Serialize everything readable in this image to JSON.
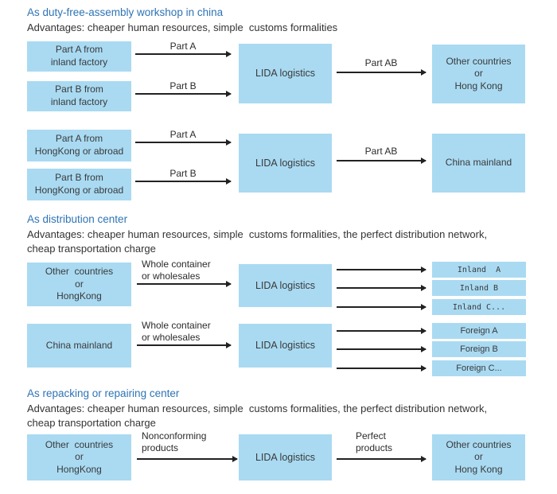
{
  "colors": {
    "box_fill": "#a9daf2",
    "heading_blue": "#2e74b5",
    "body_text": "#333333",
    "arrow": "#222222"
  },
  "s1": {
    "heading": "As duty-free-assembly workshop in china",
    "advantages": "Advantages: cheaper human resources, simple  customs formalities",
    "g1": {
      "in1": "Part A from\ninland factory",
      "in2": "Part B from\ninland factory",
      "arrow1": "Part A",
      "arrow2": "Part B",
      "hub": "LIDA logistics",
      "out_label": "Part AB",
      "out": "Other countries\nor\nHong Kong"
    },
    "g2": {
      "in1": "Part A from\nHongKong or abroad",
      "in2": "Part B from\nHongKong or abroad",
      "arrow1": "Part A",
      "arrow2": "Part B",
      "hub": "LIDA logistics",
      "out_label": "Part AB",
      "out": "China mainland"
    }
  },
  "s2": {
    "heading": "As distribution center",
    "advantages": "Advantages: cheaper human resources, simple  customs formalities, the perfect distribution network,\ncheap transportation charge",
    "g1": {
      "in": "Other  countries\nor\nHongKong",
      "flow_label": "Whole container\nor wholesales",
      "hub": "LIDA logistics",
      "outs": [
        "Inland  A",
        "Inland B",
        "Inland C..."
      ]
    },
    "g2": {
      "in": "China mainland",
      "flow_label": "Whole container\nor wholesales",
      "hub": "LIDA logistics",
      "outs": [
        "Foreign A",
        "Foreign B",
        "Foreign C..."
      ]
    }
  },
  "s3": {
    "heading": "As repacking or repairing center",
    "advantages": "Advantages: cheaper human resources, simple  customs formalities, the perfect distribution network,\ncheap transportation charge",
    "g1": {
      "in": "Other  countries\nor\nHongKong",
      "flow_label": "Nonconforming\nproducts",
      "hub": "LIDA logistics",
      "out_label": "Perfect\nproducts",
      "out": "Other countries\nor\nHong Kong"
    }
  }
}
